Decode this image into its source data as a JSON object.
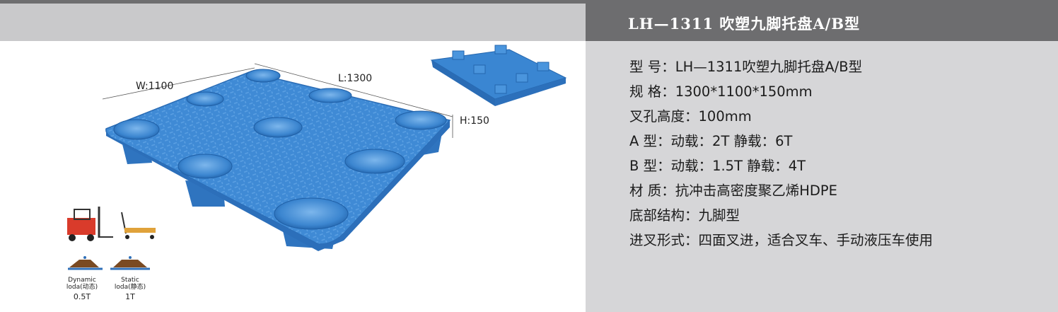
{
  "header": {
    "title": "LH—1311  吹塑九脚托盘A/B型"
  },
  "dimensions": {
    "width": "W:1100",
    "length": "L:1300",
    "height": "H:150"
  },
  "specs": [
    {
      "key": "型 号：",
      "value": "LH—1311吹塑九脚托盘A/B型"
    },
    {
      "key": "规 格：",
      "value": "1300*1100*150mm"
    },
    {
      "key": "叉孔高度：",
      "value": "100mm"
    },
    {
      "key": "A 型：",
      "value": "动载：2T 静载：6T"
    },
    {
      "key": "B 型：",
      "value": "动载：1.5T 静载：4T"
    },
    {
      "key": "材 质：",
      "value": "抗冲击高密度聚乙烯HDPE"
    },
    {
      "key": "底部结构：",
      "value": "九脚型"
    },
    {
      "key": "进叉形式：",
      "value": "四面叉进，适合叉车、手动液压车使用"
    }
  ],
  "loads": {
    "dynamic": {
      "label_line1": "Dynamic",
      "label_line2": "loda(动态)",
      "value": "0.5T"
    },
    "static": {
      "label_line1": "Static",
      "label_line2": "loda(静态)",
      "value": "1T"
    }
  },
  "colors": {
    "pallet_blue": "#3d8ad6",
    "title_band": "#6d6d6f",
    "spec_panel": "#d6d6d8"
  }
}
